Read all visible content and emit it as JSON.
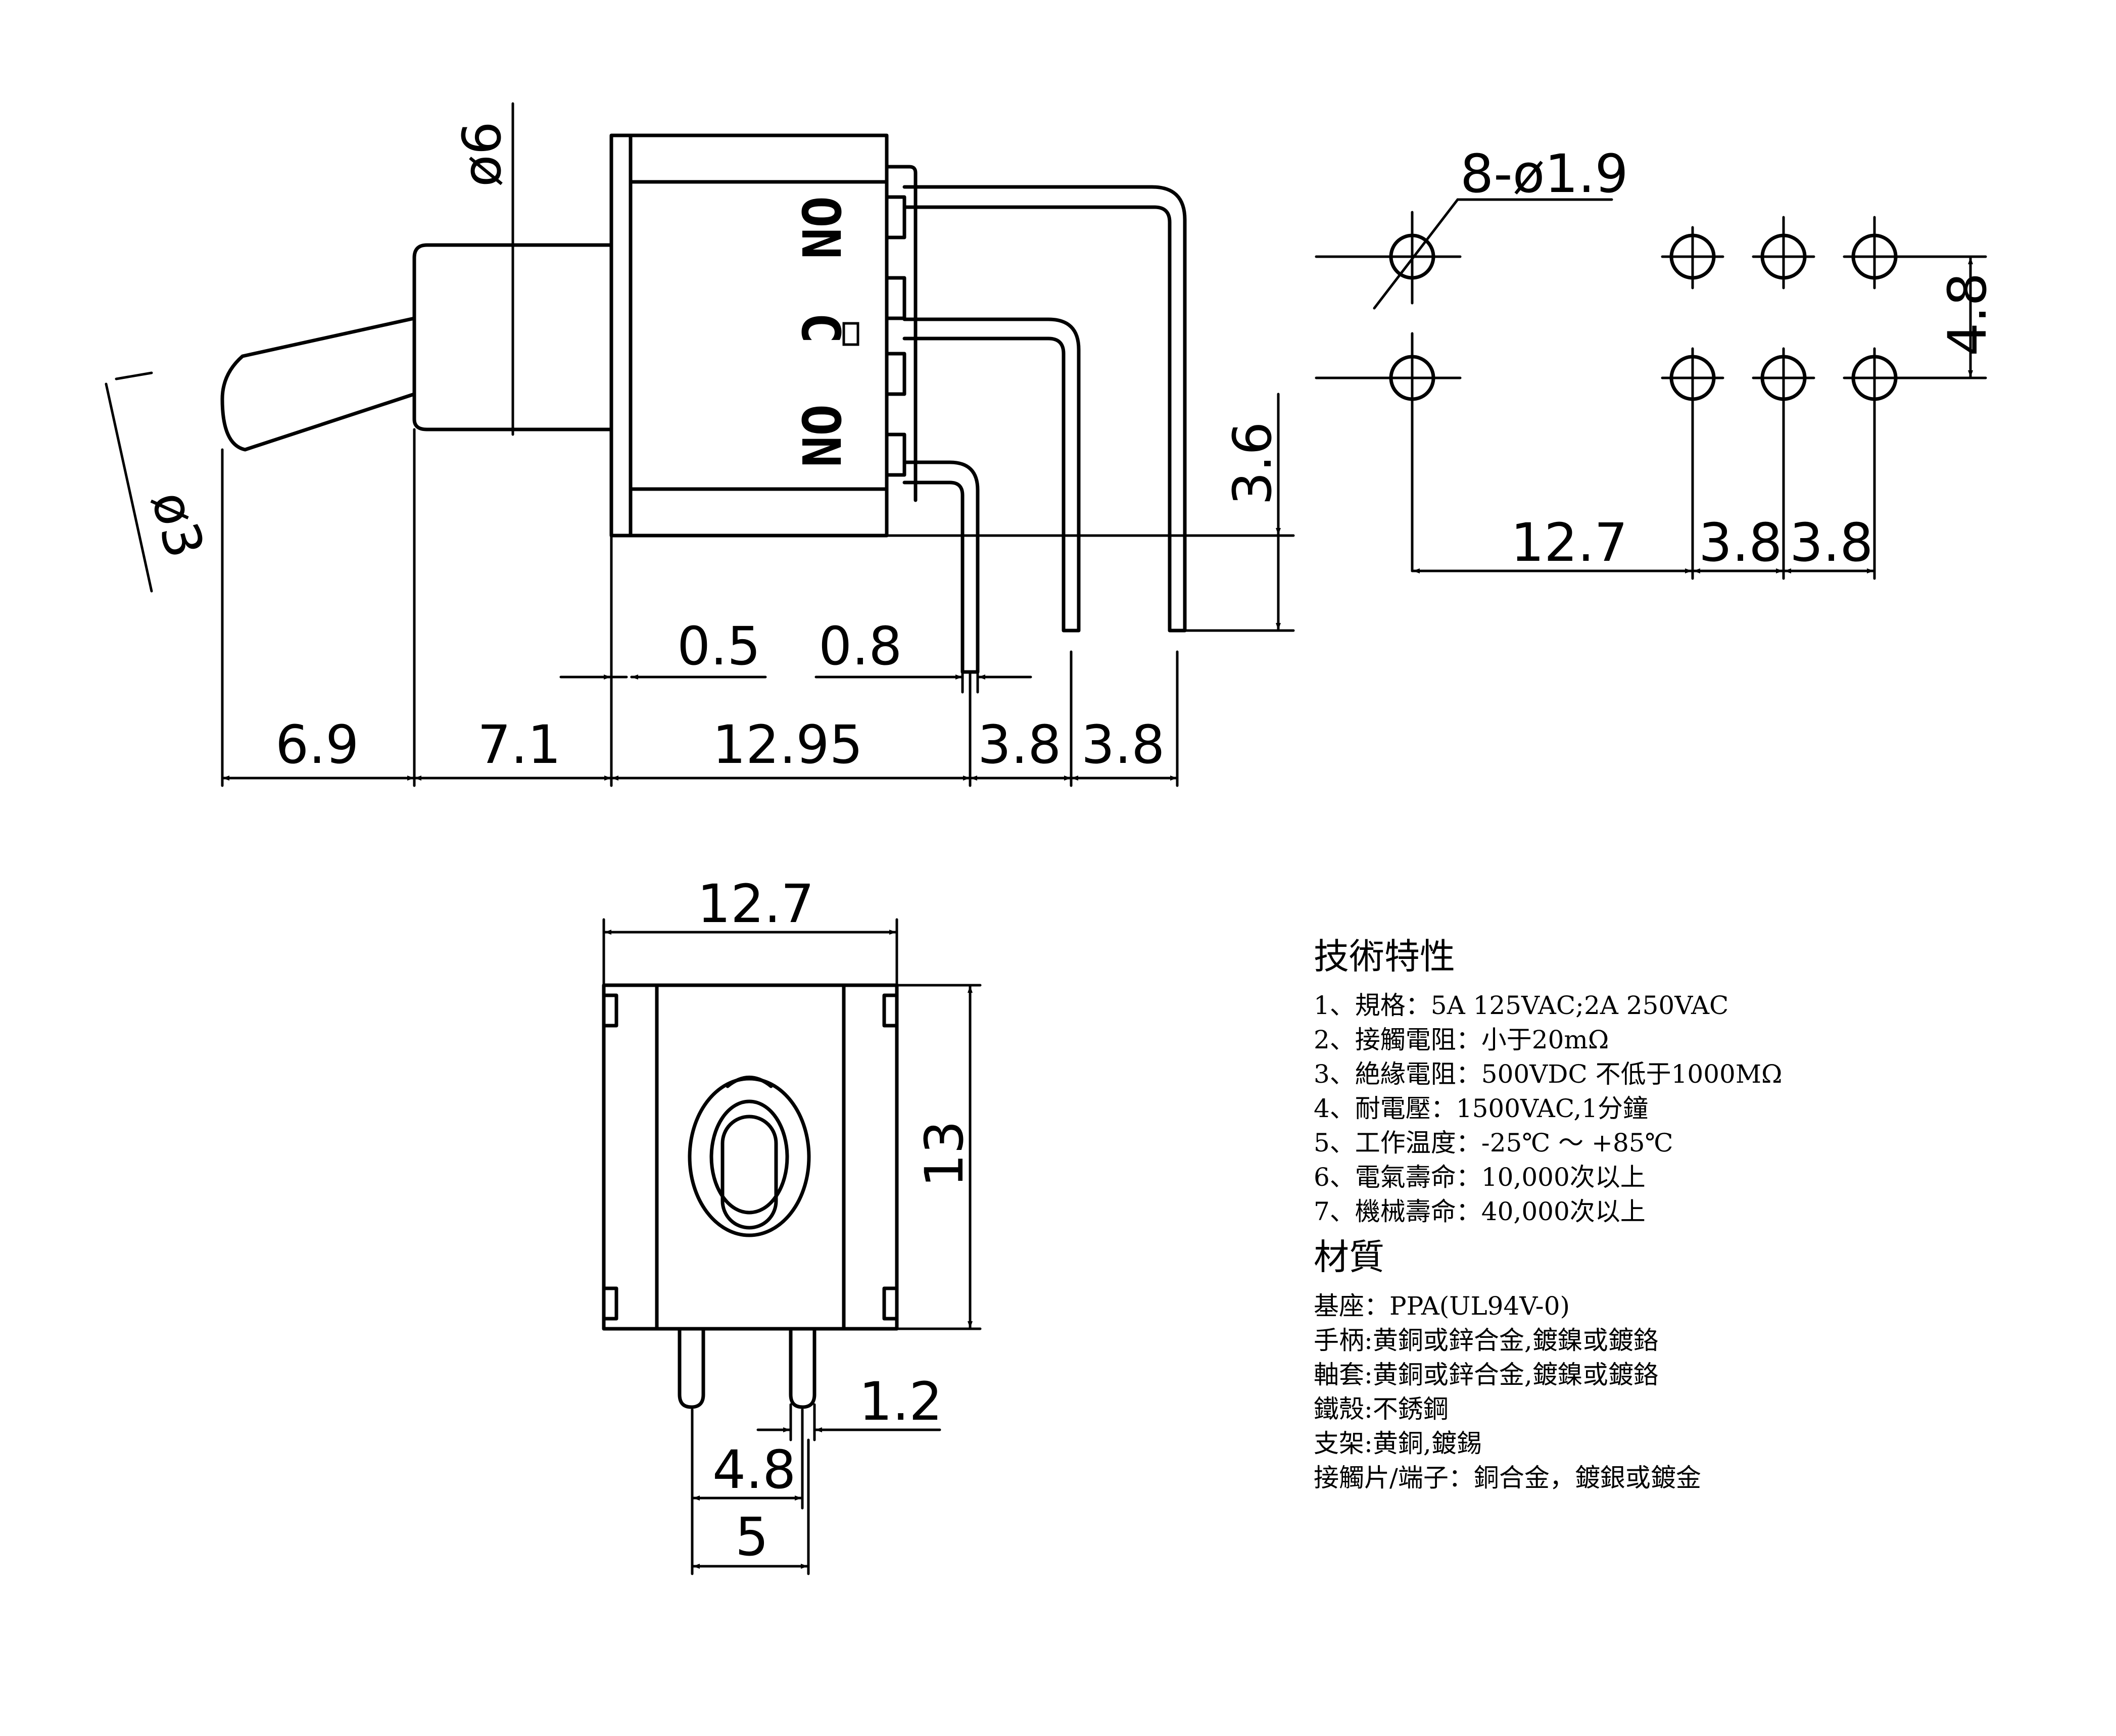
{
  "dimensions": {
    "knob_dia": "ø6",
    "lever_dia": "ø3",
    "d_6_9": "6.9",
    "d_7_1": "7.1",
    "d_12_95": "12.95",
    "d_3_8_a": "3.8",
    "d_3_8_b": "3.8",
    "d_0_5": "0.5",
    "d_0_8": "0.8",
    "d_3_6": "3.6",
    "holes": "8-ø1.9",
    "hole_pitch_v": "4.8",
    "hole_12_7": "12.7",
    "hole_3_8_a": "3.8",
    "hole_3_8_b": "3.8",
    "front_width": "12.7",
    "front_height": "13",
    "pin_width": "1.2",
    "pin_spacing": "4.8",
    "pin_outer": "5"
  },
  "body_labels": {
    "on_top": "ON",
    "center": "C",
    "on_bottom": "ON"
  },
  "specs": {
    "tech_title": "技術特性",
    "tech_items": [
      "1、規格：5A 125VAC;2A 250VAC",
      "2、接觸電阻：小于20mΩ",
      "3、絶緣電阻：500VDC 不低于1000MΩ",
      "4、耐電壓：1500VAC,1分鐘",
      "5、工作温度：-25℃ ～ +85℃",
      "6、電氣壽命：10,000次以上",
      "7、機械壽命：40,000次以上"
    ],
    "material_title": "材質",
    "material_items": [
      "基座：PPA(UL94V-0)",
      "手柄:黄銅或鋅合金,鍍鎳或鍍鉻",
      "軸套:黄銅或鋅合金,鍍鎳或鍍鉻",
      "鐵殼:不銹鋼",
      "支架:黄銅,鍍錫",
      "接觸片/端子：銅合金，鍍銀或鍍金"
    ]
  }
}
